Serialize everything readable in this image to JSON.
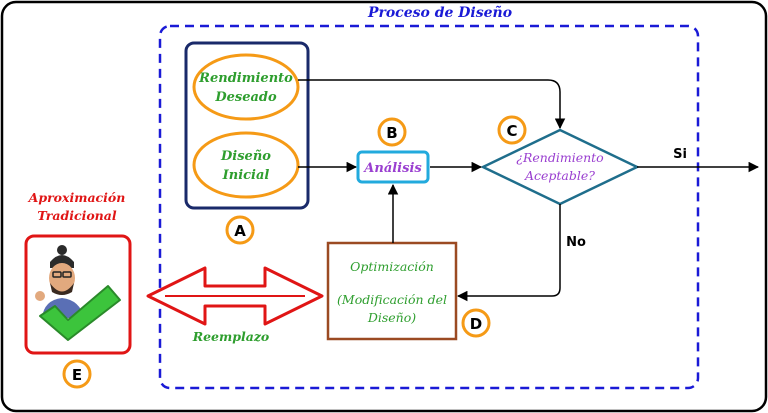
{
  "process_title": "Proceso de Diseño",
  "nodes": {
    "desired": {
      "line1": "Rendimiento",
      "line2": "Deseado"
    },
    "initial": {
      "line1": "Diseño",
      "line2": "Inicial"
    },
    "analysis": "Análisis",
    "decision": {
      "line1": "¿Rendimiento",
      "line2": "Aceptable?"
    },
    "optimization": {
      "title": "Optimización",
      "line1": "(Modificación del",
      "line2": "Diseño)"
    }
  },
  "badges": {
    "a": "A",
    "b": "B",
    "c": "C",
    "d": "D",
    "e": "E"
  },
  "edge_labels": {
    "yes": "Si",
    "no": "No",
    "replace": "Reemplazo"
  },
  "traditional": {
    "line1": "Aproximación",
    "line2": "Tradicional"
  },
  "colors": {
    "border": "#000000",
    "process_dash": "#1a1ad6",
    "title": "#1a1ad6",
    "green_text": "#2e9e2e",
    "orange": "#f59a16",
    "navy": "#1a2a6a",
    "cyan": "#22aadd",
    "teal": "#1f6e8c",
    "purple": "#9a3fd0",
    "brown": "#9b4a22",
    "red": "#e01515"
  },
  "icons": {
    "check": "check-mark-icon",
    "avatar": "avatar-icon"
  }
}
